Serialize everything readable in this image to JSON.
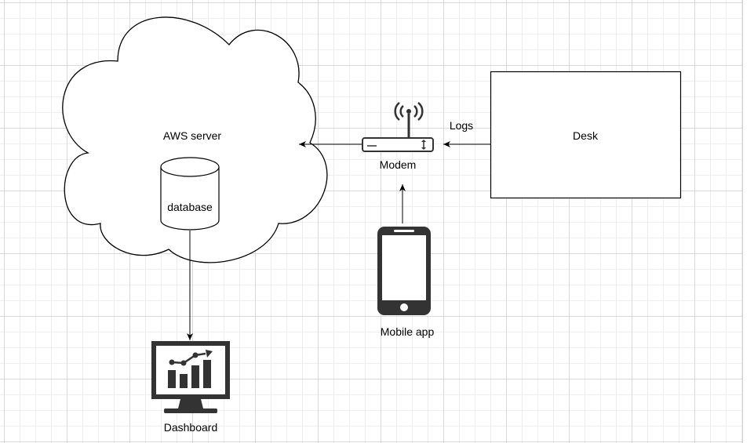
{
  "nodes": {
    "aws_server": {
      "label": "AWS server"
    },
    "database": {
      "label": "database"
    },
    "modem": {
      "label": "Modem"
    },
    "desk": {
      "label": "Desk"
    },
    "mobile_app": {
      "label": "Mobile app"
    },
    "dashboard": {
      "label": "Dashboard"
    }
  },
  "edges": {
    "desk_to_modem": {
      "label": "Logs"
    }
  },
  "icons": {
    "modem": "router-icon",
    "mobile_app": "smartphone-icon",
    "dashboard": "monitor-chart-icon"
  },
  "colors": {
    "stroke": "#000000",
    "icon_fill": "#333333",
    "background": "#ffffff"
  }
}
